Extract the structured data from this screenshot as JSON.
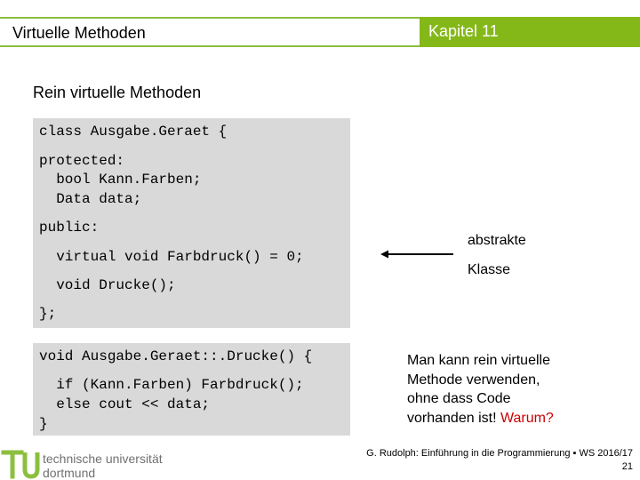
{
  "header": {
    "title": "Virtuelle Methoden",
    "chapter": "Kapitel 11"
  },
  "subtitle": "Rein virtuelle Methoden",
  "code1": [
    "class Ausgabe.Geraet {",
    "protected:",
    "  bool Kann.Farben;",
    "  Data data;",
    "public:",
    "  virtual void Farbdruck() = 0;",
    "  void Drucke();",
    "};"
  ],
  "code2": [
    "void Ausgabe.Geraet::.Drucke() {",
    "  if (Kann.Farben) Farbdruck();",
    "  else cout << data;",
    "}"
  ],
  "annotation": {
    "line1": "abstrakte",
    "line2": "Klasse"
  },
  "note": {
    "line1": "Man kann rein virtuelle",
    "line2": "Methode verwenden,",
    "line3": "ohne dass Code",
    "line4_prefix": "vorhanden ist! ",
    "line4_red": "Warum?"
  },
  "footer": {
    "university_line1": "technische universität",
    "university_line2": "dortmund",
    "citation": "G. Rudolph: Einführung in die Programmierung ▪ WS 2016/17",
    "page": "21"
  },
  "colors": {
    "accent": "#84b819",
    "logo": "#8cbf3f",
    "highlight": "#cc0000"
  }
}
